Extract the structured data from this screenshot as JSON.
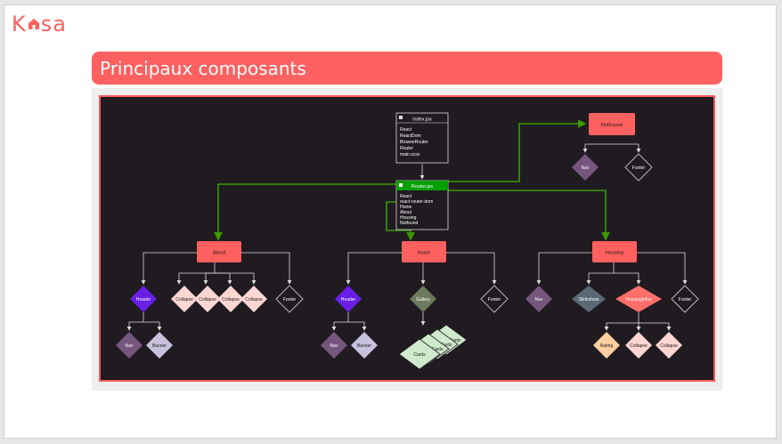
{
  "logo": {
    "letters_before": "K",
    "letters_after": "sa"
  },
  "banner": {
    "title": "Principaux composants"
  },
  "colors": {
    "accent": "#ff6060",
    "diagram_bg": "#1f1b20",
    "router_green": "#00a000",
    "arrow_green": "#3a9a00",
    "header_purple": "#6a1fe6",
    "nav_purple": "#76567f",
    "banner_lavender": "#c7c1dd",
    "collapse_pink": "#ffd6d2",
    "gallery_olive": "#6e7a5e",
    "cards_green": "#cfe9cc",
    "slideshow_slate": "#5b6875",
    "rating_peach": "#ffcf9f"
  },
  "diagram": {
    "index_box": {
      "title": "index.jsx",
      "lines": [
        "React",
        "ReactDom",
        "BrowseRouter",
        "Router",
        "main.scss"
      ]
    },
    "router_box": {
      "title": "Router.jsx",
      "lines": [
        "React",
        "react-router-dom",
        "Home",
        "About",
        "Housing",
        "Notfound"
      ]
    },
    "pages": {
      "about": "About",
      "home": "Home",
      "housing": "Housing",
      "notfound": "NotFound"
    },
    "about": {
      "header": "Header",
      "collapse": [
        "Collapse",
        "Collapse",
        "Collapse",
        "Collapse"
      ],
      "footer": "Footer",
      "nav": "Nav",
      "banner": "Banner"
    },
    "home": {
      "header": "Header",
      "gallery": "Gallery",
      "footer": "Footer",
      "nav": "Nav",
      "banner": "Banner",
      "cards": [
        "Cards",
        "Cards",
        "Cards",
        "Cards"
      ]
    },
    "housing": {
      "nav": "Nav",
      "slideshow": "Slideshow",
      "housinginfos": "HousingInfos",
      "footer": "Footer",
      "rating": "Rating",
      "collapse": [
        "Collapse",
        "Collapse"
      ]
    },
    "notfound": {
      "nav": "Nav",
      "footer": "Footer"
    }
  }
}
